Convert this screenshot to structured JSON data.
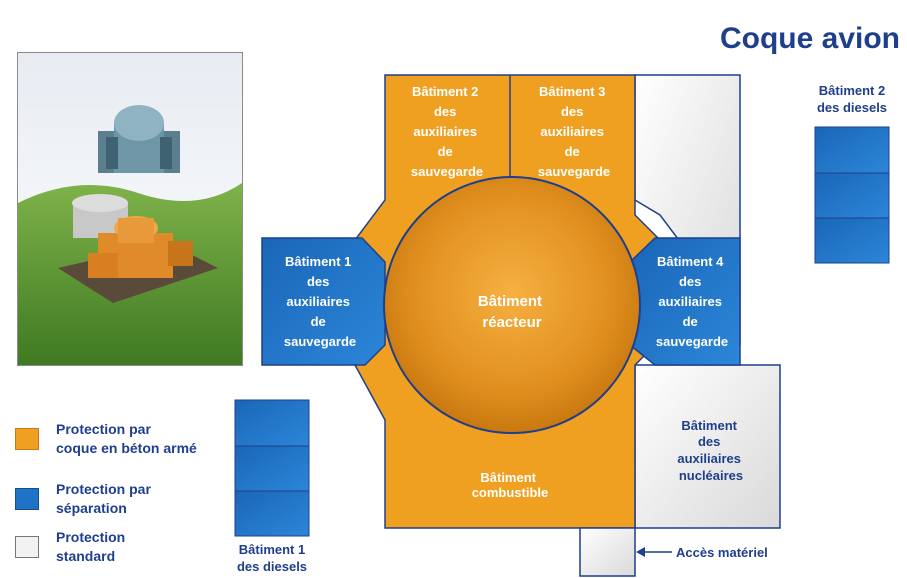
{
  "title": "Coque avion",
  "buildings": {
    "bat2_aux": [
      "Bâtiment 2",
      "des",
      "auxiliaires",
      "de",
      "sauvegarde"
    ],
    "bat3_aux": [
      "Bâtiment 3",
      "des",
      "auxiliaires",
      "de",
      "sauvegarde"
    ],
    "bat1_aux": [
      "Bâtiment 1",
      "des",
      "auxiliaires",
      "de",
      "sauvegarde"
    ],
    "bat4_aux": [
      "Bâtiment 4",
      "des",
      "auxiliaires",
      "de",
      "sauvegarde"
    ],
    "reactor": [
      "Bâtiment",
      "réacteur"
    ],
    "fuel": [
      "Bâtiment",
      "combustible"
    ],
    "nuclear_aux": [
      "Bâtiment",
      "des",
      "auxiliaires",
      "nucléaires"
    ]
  },
  "diesels": {
    "bat2": [
      "Bâtiment 2",
      "des diesels"
    ],
    "bat1": [
      "Bâtiment 1",
      "des diesels"
    ]
  },
  "access_label": "Accès matériel",
  "legend": [
    {
      "lines": [
        "Protection par",
        "coque en béton armé"
      ],
      "color": "#f0a020"
    },
    {
      "lines": [
        "Protection par",
        "séparation"
      ],
      "color": "#1f73c7"
    },
    {
      "lines": [
        "Protection",
        "standard"
      ],
      "color": "#f2f2f2"
    }
  ],
  "colors": {
    "orange": "#f0a020",
    "orange_dark": "#d98a10",
    "blue": "#1f73c7",
    "navy": "#1f3f8c",
    "white_block": "#f4f4f4"
  }
}
